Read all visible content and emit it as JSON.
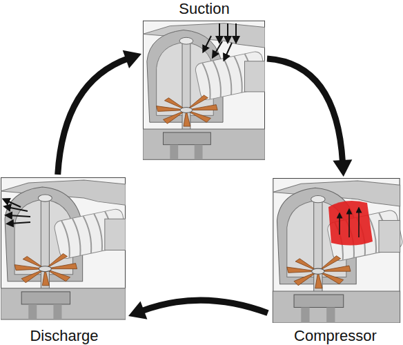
{
  "diagram": {
    "nodes": [
      {
        "text": [
          "Suction"
        ]
      },
      {
        "text": [
          "Compressor"
        ]
      },
      {
        "text": [
          "Discharge"
        ]
      }
    ],
    "edges": [
      {
        "from": 0,
        "to": 1,
        "arrow": "to"
      },
      {
        "from": 1,
        "to": 2,
        "arrow": "to"
      },
      {
        "from": 2,
        "to": 0,
        "arrow": "to"
      }
    ]
  }
}
